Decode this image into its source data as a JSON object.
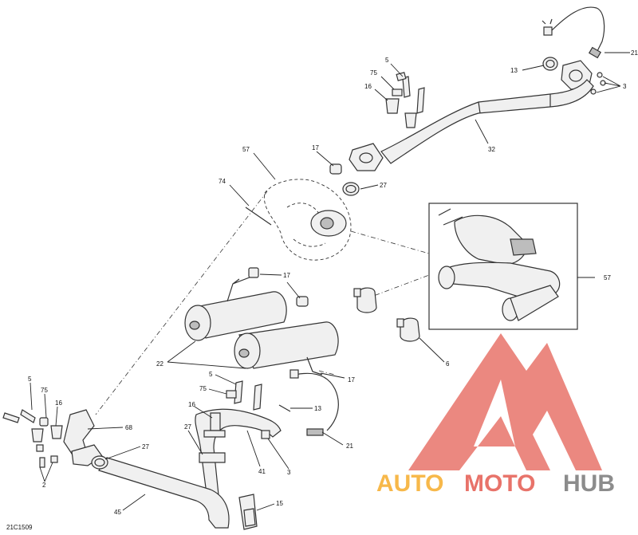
{
  "diagram_code": "21C1509",
  "watermark": {
    "brand_part1": "AUTO",
    "brand_part2": "MOTO",
    "brand_part3": "HUB",
    "color_red": "#e8736a",
    "color_orange": "#f7b84a",
    "color_gray": "#8c8c8c"
  },
  "callouts": {
    "c_21_top": "21",
    "c_13_top": "13",
    "c_3_top": "3",
    "c_5_top": "5",
    "c_75_top": "75",
    "c_16_top": "16",
    "c_32": "32",
    "c_57_left": "57",
    "c_17_mid": "17",
    "c_27_mid": "27",
    "c_74": "74",
    "c_57_inset": "57",
    "c_17_muff": "17",
    "c_22": "22",
    "c_6": "6",
    "c_17_bot": "17",
    "c_5_left": "5",
    "c_75_left": "75",
    "c_16_left": "16",
    "c_68": "68",
    "c_27_left": "27",
    "c_2": "2",
    "c_45": "45",
    "c_5_center": "5",
    "c_75_center": "75",
    "c_16_center": "16",
    "c_27_center": "27",
    "c_13_bot": "13",
    "c_41": "41",
    "c_3_bot": "3",
    "c_21_bot": "21",
    "c_15": "15"
  }
}
